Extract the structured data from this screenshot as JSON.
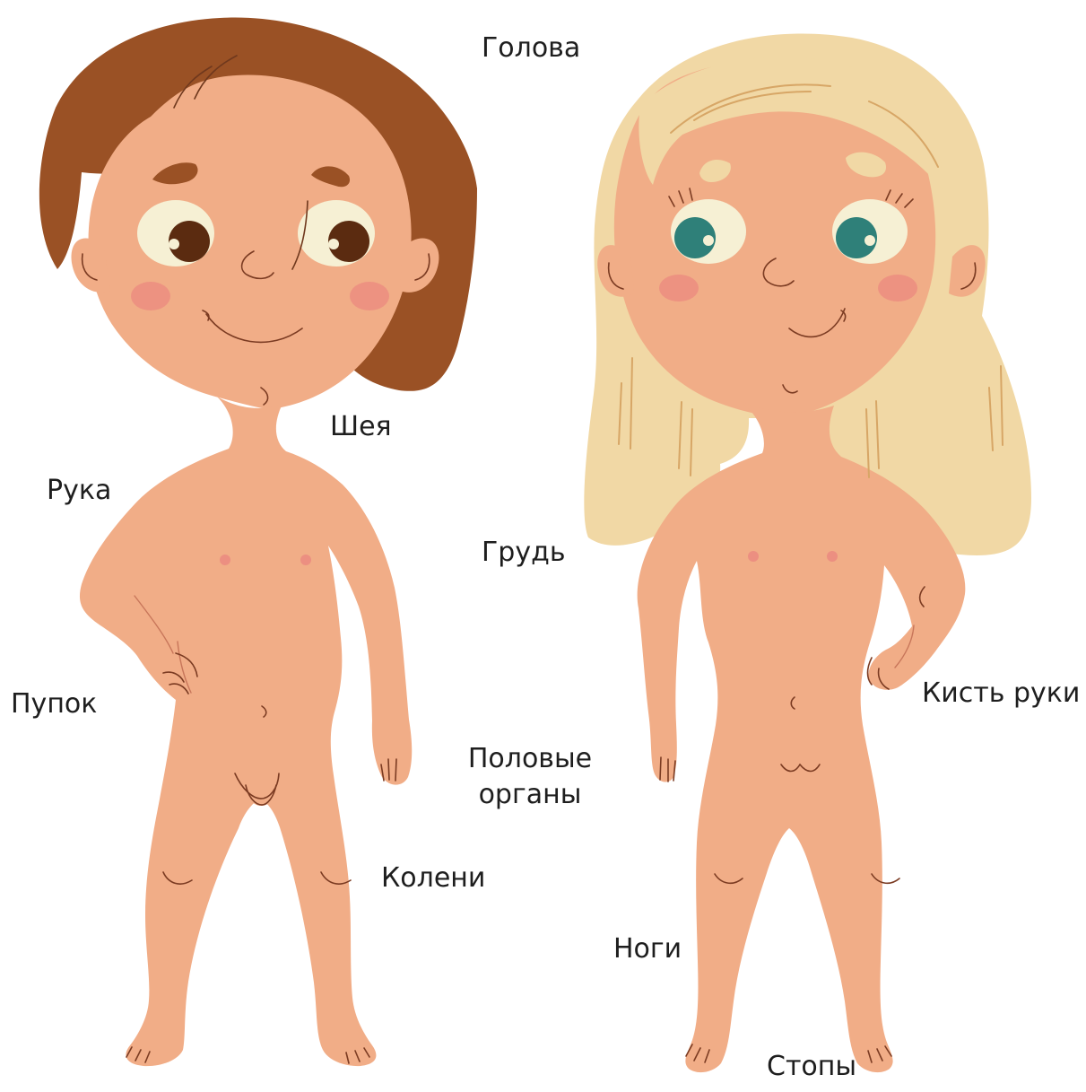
{
  "labels": {
    "head": "Голова",
    "neck": "Шея",
    "arm": "Рука",
    "chest": "Грудь",
    "navel": "Пупок",
    "genitals": "Половые органы",
    "knees": "Колени",
    "hand": "Кисть  руки",
    "legs": "Ноги",
    "feet": "Стопы"
  },
  "colors": {
    "skin": "#f1ad87",
    "boy_hair": "#9a5125",
    "girl_hair": "#f1d8a5",
    "boy_iris": "#5b2b10",
    "girl_iris": "#2f8079",
    "blush": "#ec8f81",
    "text": "#1e1e1e"
  }
}
